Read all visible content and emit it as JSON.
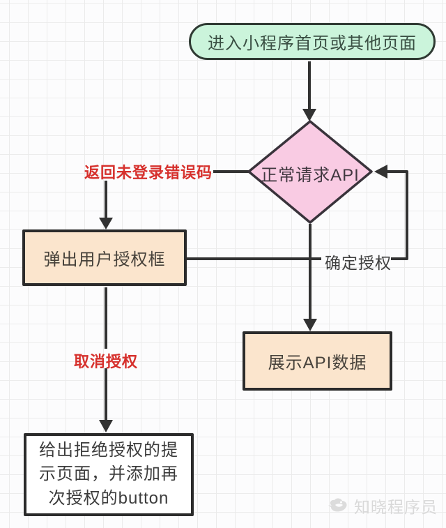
{
  "flowchart": {
    "stroke_color": "#323232",
    "nodes": {
      "start": {
        "label": "进入小程序首页或其他页面",
        "fill": "#cbf4db"
      },
      "decision": {
        "label": "正常请求API",
        "fill": "#f9cbe3"
      },
      "auth_modal": {
        "label": "弹出用户授权框",
        "fill": "#fbe5cd"
      },
      "show_data": {
        "label": "展示API数据",
        "fill": "#fbe5cd"
      },
      "deny_page": {
        "lines": [
          "给出拒绝授权的提",
          "示页面，并添加再",
          "次授权的button"
        ],
        "fill": "#ffffff"
      }
    },
    "edge_labels": {
      "not_logged_in": {
        "text": "返回未登录错误码",
        "color": "#d6302c"
      },
      "confirm_auth": {
        "text": "确定授权",
        "color": "#3f3f3f"
      },
      "cancel_auth": {
        "text": "取消授权",
        "color": "#d6302c"
      }
    }
  },
  "watermark": {
    "text": "知晓程序员"
  }
}
